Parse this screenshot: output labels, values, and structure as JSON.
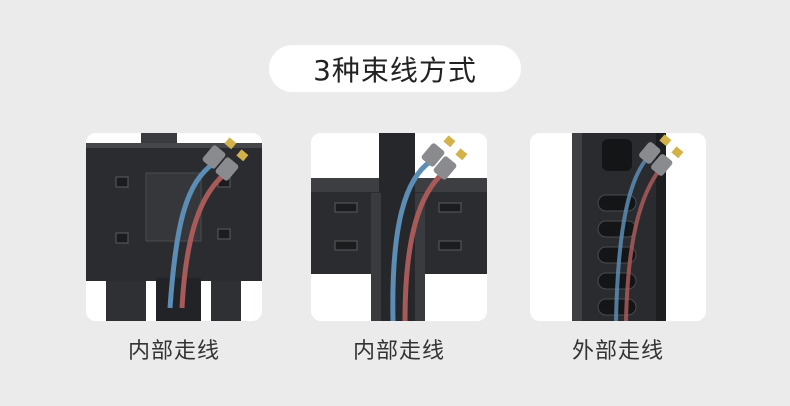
{
  "title": "3种束线方式",
  "cards": [
    {
      "caption": "内部走线"
    },
    {
      "caption": "内部走线"
    },
    {
      "caption": "外部走线"
    }
  ],
  "colors": {
    "background": "#ebebeb",
    "card_background": "#ffffff",
    "metal": "#2d2e30",
    "cable_blue": "#5b8db5",
    "cable_red": "#a85a5a"
  }
}
